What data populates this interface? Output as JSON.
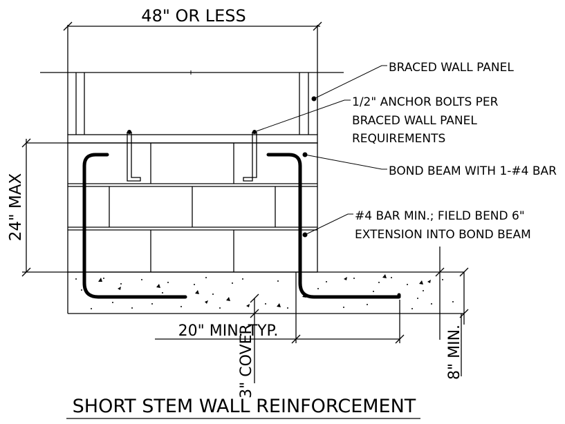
{
  "dimensions": {
    "width_label": "48\" OR LESS",
    "height_label": "24\" MAX",
    "extension_label": "20\" MIN. TYP.",
    "cover_label": "3\" COVER",
    "footing_depth_label": "8\" MIN."
  },
  "callouts": {
    "braced_wall_panel": "BRACED WALL PANEL",
    "anchor_bolts_line1": "1/2\" ANCHOR BOLTS PER",
    "anchor_bolts_line2": "BRACED WALL PANEL",
    "anchor_bolts_line3": "REQUIREMENTS",
    "bond_beam": "BOND BEAM WITH 1-#4 BAR",
    "rebar_line1": "#4 BAR MIN.; FIELD BEND 6\"",
    "rebar_line2": "EXTENSION INTO BOND BEAM"
  },
  "title": "SHORT STEM WALL REINFORCEMENT"
}
